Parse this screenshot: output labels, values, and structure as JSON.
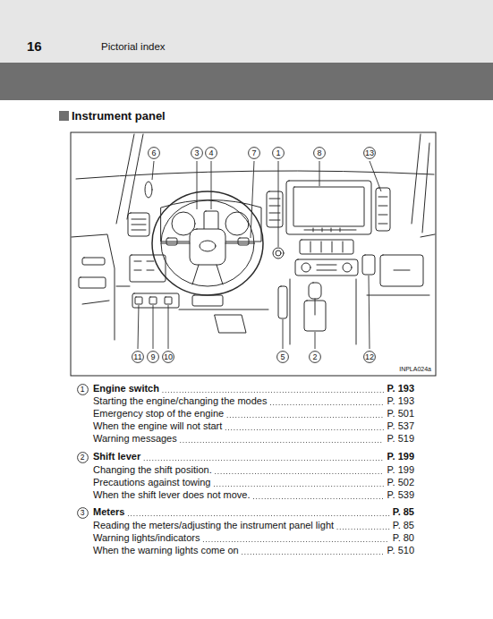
{
  "diagram": {
    "title": "Instrument panel",
    "nodes": [
      {
        "text": [
          "6"
        ]
      },
      {
        "text": [
          "3"
        ]
      },
      {
        "text": [
          "4"
        ]
      },
      {
        "text": [
          "7"
        ]
      },
      {
        "text": [
          "1"
        ]
      },
      {
        "text": [
          "8"
        ]
      },
      {
        "text": [
          "13"
        ]
      },
      {
        "text": [
          "11"
        ]
      },
      {
        "text": [
          "9"
        ]
      },
      {
        "text": [
          "10"
        ]
      },
      {
        "text": [
          "5"
        ]
      },
      {
        "text": [
          "2"
        ]
      },
      {
        "text": [
          "12"
        ]
      },
      {
        "text": [
          "1"
        ]
      },
      {
        "text": [
          "2"
        ]
      },
      {
        "text": [
          "3"
        ]
      }
    ],
    "labels": [
      "16",
      "Pictorial index",
      "INPLA024a",
      "Engine switch",
      "P. 193",
      "Starting the engine/changing the modes",
      "P. 193",
      "Emergency stop of the engine",
      "P. 501",
      "When the engine will not start",
      "P. 537",
      "Warning messages",
      "P. 519",
      "Shift lever",
      "P. 199",
      "Changing the shift position.",
      "P. 199",
      "Precautions against towing",
      "P. 502",
      "When the shift lever does not move.",
      "P. 539",
      "Meters",
      "P. 85",
      "Reading the meters/adjusting the instrument panel light",
      "P. 85",
      "Warning lights/indicators",
      "P. 80",
      "When the warning lights come on",
      "P. 510"
    ]
  }
}
